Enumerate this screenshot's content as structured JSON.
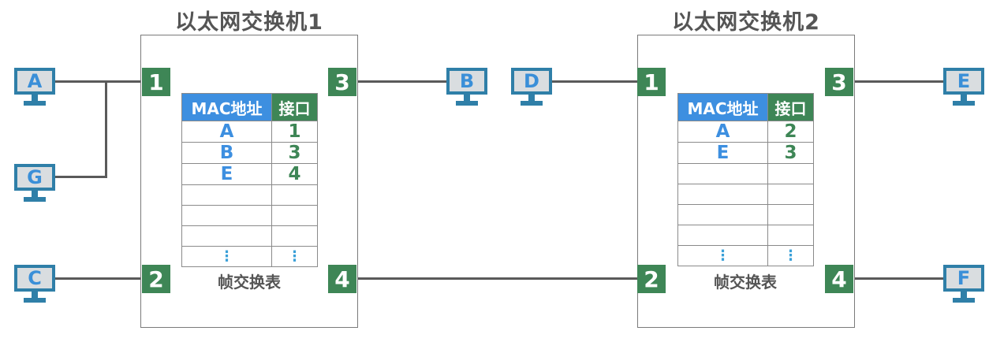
{
  "switches": [
    {
      "title": "以太网交换机1",
      "ports": [
        "1",
        "2",
        "3",
        "4"
      ],
      "table": {
        "headers": [
          "MAC地址",
          "接口"
        ],
        "rows": [
          [
            "A",
            "1"
          ],
          [
            "B",
            "3"
          ],
          [
            "E",
            "4"
          ],
          [
            "",
            ""
          ],
          [
            "",
            ""
          ],
          [
            "",
            ""
          ],
          [
            "⋮",
            "⋮"
          ]
        ]
      },
      "caption": "帧交换表"
    },
    {
      "title": "以太网交换机2",
      "ports": [
        "1",
        "2",
        "3",
        "4"
      ],
      "table": {
        "headers": [
          "MAC地址",
          "接口"
        ],
        "rows": [
          [
            "A",
            "2"
          ],
          [
            "E",
            "3"
          ],
          [
            "",
            ""
          ],
          [
            "",
            ""
          ],
          [
            "",
            ""
          ],
          [
            "",
            ""
          ],
          [
            "⋮",
            "⋮"
          ]
        ]
      },
      "caption": "帧交换表"
    }
  ],
  "hosts": [
    "A",
    "G",
    "C",
    "B",
    "D",
    "E",
    "F"
  ],
  "colors": {
    "port": "#3e8656",
    "mac_header": "#3d8fe0",
    "monitor": "#2f7fa8",
    "host_letter": "#3a8fd8"
  }
}
